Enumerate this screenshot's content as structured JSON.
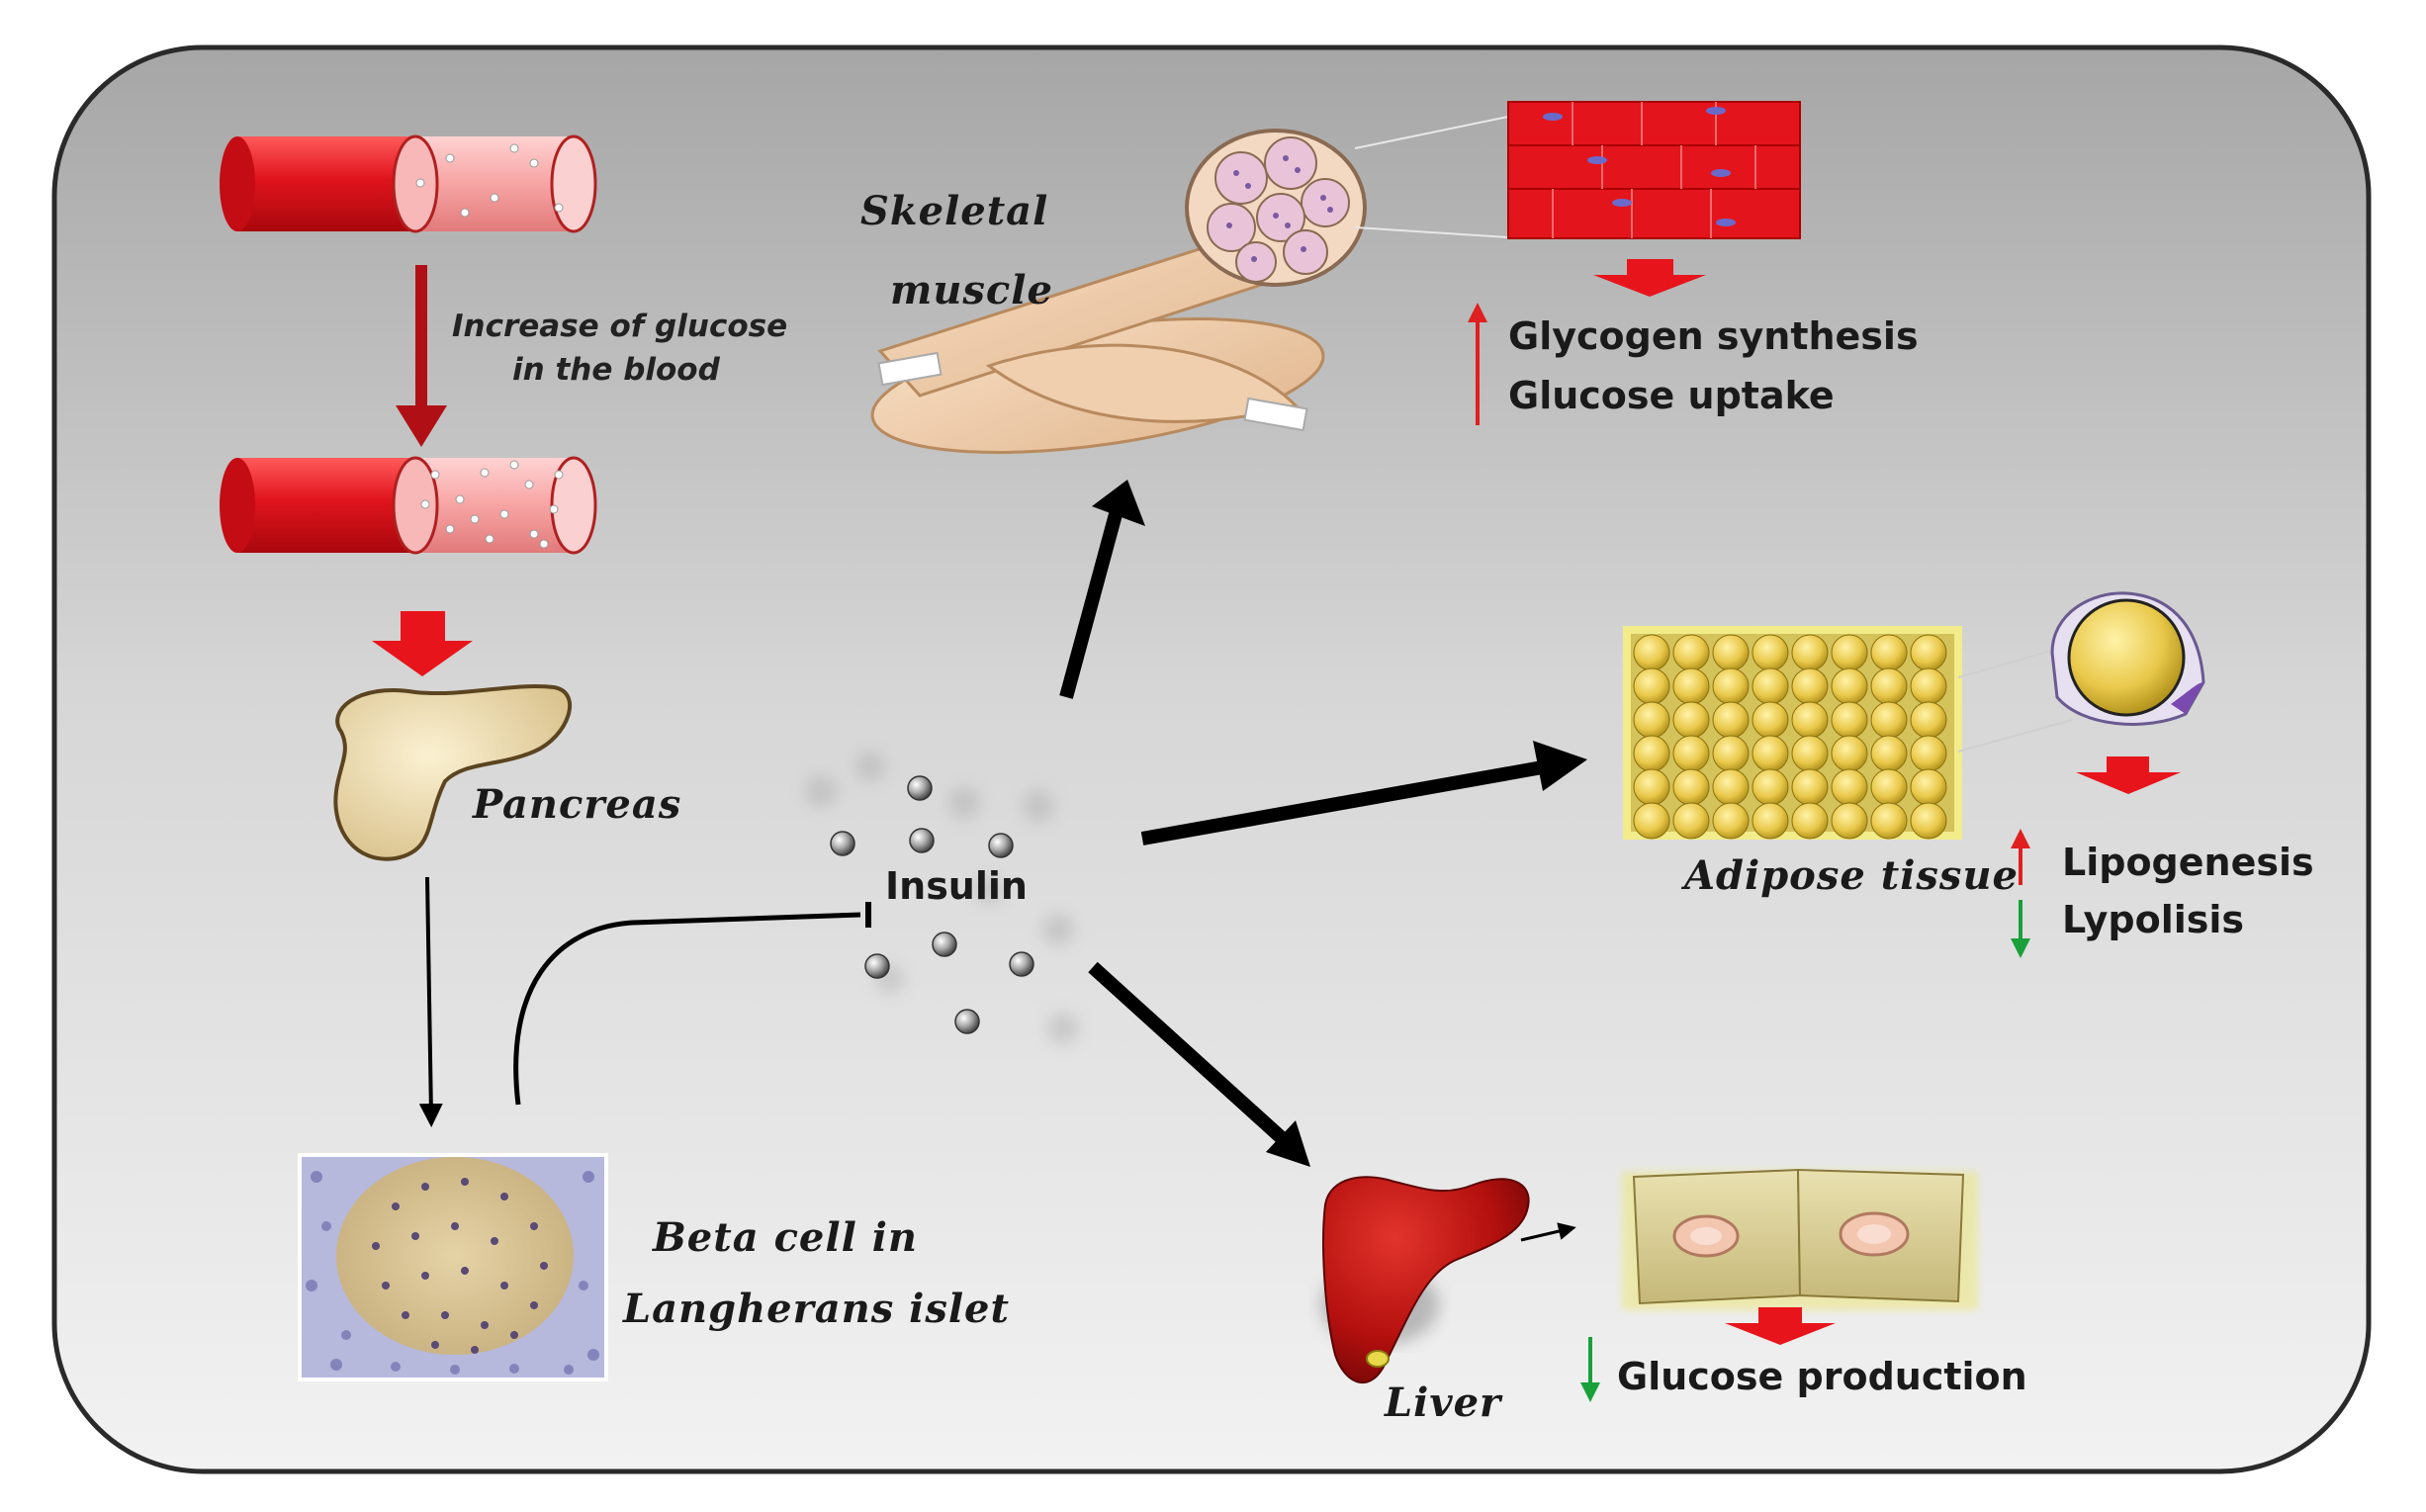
{
  "labels": {
    "glucose_increase_line1": "Increase of glucose",
    "glucose_increase_line2": "in the blood",
    "pancreas": "Pancreas",
    "beta_cell_line1": "Beta cell in",
    "beta_cell_line2": "Langherans islet",
    "insulin": "Insulin",
    "skeletal_line1": "Skeletal",
    "skeletal_line2": "muscle",
    "adipose": "Adipose tissue",
    "liver": "Liver"
  },
  "effects": {
    "muscle": [
      "Glycogen synthesis",
      "Glucose uptake"
    ],
    "adipose": [
      "Lipogenesis",
      "Lypolisis"
    ],
    "liver": [
      "Glucose production"
    ]
  },
  "colors": {
    "increase_arrow": "#e02020",
    "decrease_arrow": "#1aa03a",
    "blood_vessel": "#e0141c",
    "flow_arrow": "#e8141c",
    "pathway_arrow": "#000000"
  }
}
